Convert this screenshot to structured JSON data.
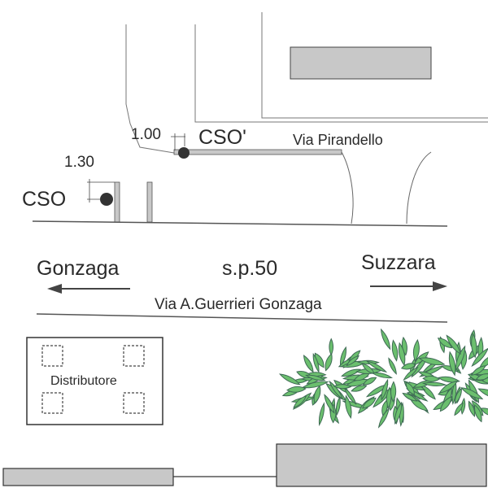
{
  "labels": {
    "cso_prime": "CSO'",
    "cso": "CSO",
    "dim_cso_prime": "1.00",
    "dim_cso": "1.30",
    "via_pirandello": "Via Pirandello",
    "gonzaga": "Gonzaga",
    "road_code": "s.p.50",
    "suzzara": "Suzzara",
    "via_guerrieri": "Via A.Guerrieri Gonzaga",
    "distributore": "Distributore"
  },
  "colors": {
    "line": "#555555",
    "fill_gray": "#c8c8c8",
    "dot": "#333333",
    "leaf": "#6bbf6e",
    "leaf_stroke": "#3f6b55"
  },
  "shrub_count": 3
}
